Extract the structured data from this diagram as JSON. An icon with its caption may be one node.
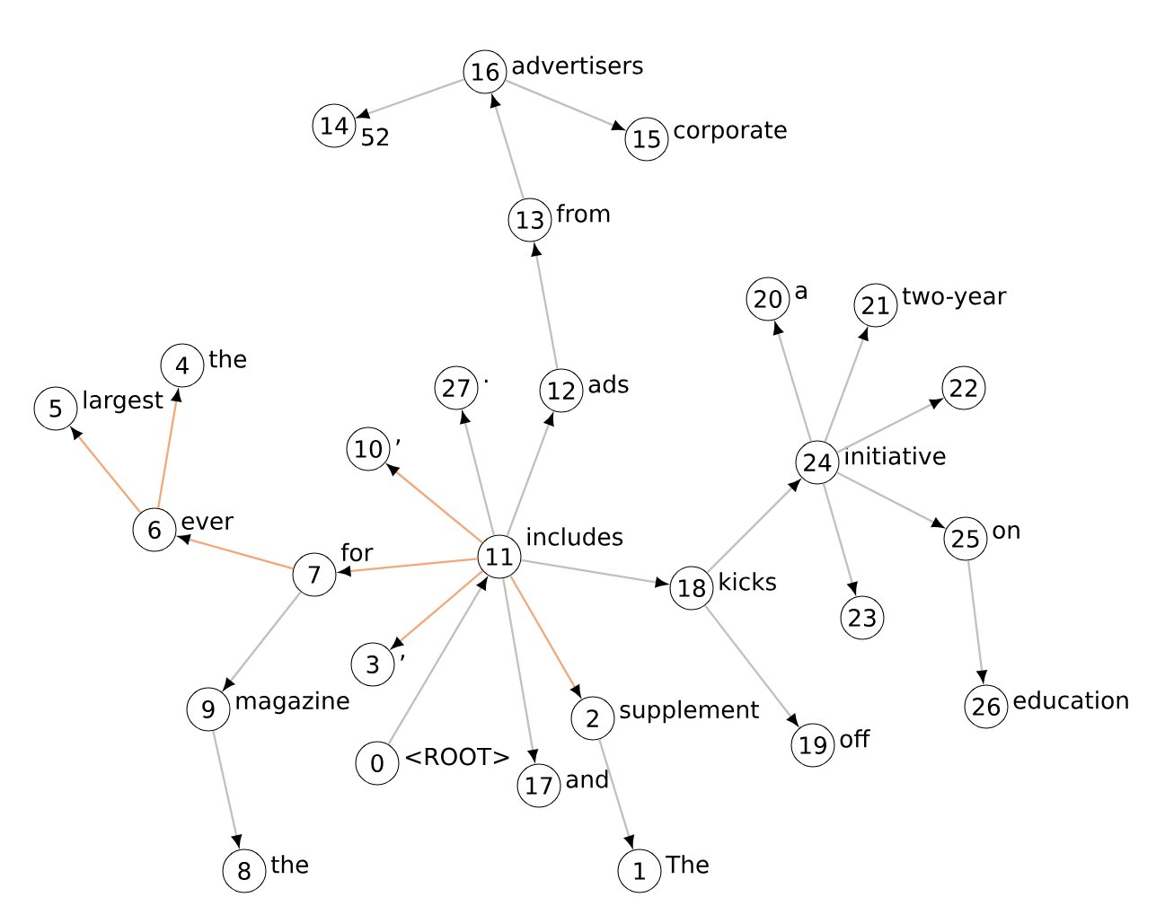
{
  "diagram": {
    "nodes": [
      {
        "text": [
          "0"
        ],
        "beside": [
          "<ROOT>"
        ]
      },
      {
        "text": [
          "1"
        ],
        "beside": [
          "The"
        ]
      },
      {
        "text": [
          "2"
        ],
        "beside": [
          "supplement"
        ]
      },
      {
        "text": [
          "3"
        ],
        "beside": [
          ","
        ]
      },
      {
        "text": [
          "4"
        ],
        "beside": [
          "the"
        ]
      },
      {
        "text": [
          "5"
        ],
        "beside": [
          "largest"
        ]
      },
      {
        "text": [
          "6"
        ],
        "beside": [
          "ever"
        ]
      },
      {
        "text": [
          "7"
        ],
        "beside": [
          "for"
        ]
      },
      {
        "text": [
          "8"
        ],
        "beside": [
          "the"
        ]
      },
      {
        "text": [
          "9"
        ],
        "beside": [
          "magazine"
        ]
      },
      {
        "text": [
          "10"
        ],
        "beside": [
          ","
        ]
      },
      {
        "text": [
          "11"
        ],
        "beside": [
          "includes"
        ]
      },
      {
        "text": [
          "12"
        ],
        "beside": [
          "ads"
        ]
      },
      {
        "text": [
          "13"
        ],
        "beside": [
          "from"
        ]
      },
      {
        "text": [
          "14"
        ],
        "beside": [
          "52"
        ]
      },
      {
        "text": [
          "15"
        ],
        "beside": [
          "corporate"
        ]
      },
      {
        "text": [
          "16"
        ],
        "beside": [
          "advertisers"
        ]
      },
      {
        "text": [
          "17"
        ],
        "beside": [
          "and"
        ]
      },
      {
        "text": [
          "18"
        ],
        "beside": [
          "kicks"
        ]
      },
      {
        "text": [
          "19"
        ],
        "beside": [
          "off"
        ]
      },
      {
        "text": [
          "20"
        ],
        "beside": [
          "a"
        ]
      },
      {
        "text": [
          "21"
        ],
        "beside": [
          "two-year"
        ]
      },
      {
        "text": [
          "22"
        ]
      },
      {
        "text": [
          "23"
        ]
      },
      {
        "text": [
          "24"
        ],
        "beside": [
          "initiative"
        ]
      },
      {
        "text": [
          "25"
        ],
        "beside": [
          "on"
        ]
      },
      {
        "text": [
          "26"
        ],
        "beside": [
          "education"
        ]
      },
      {
        "text": [
          "27"
        ],
        "beside": [
          "."
        ]
      }
    ],
    "edges": [
      {
        "from": 0,
        "to": 11,
        "arrow": "to"
      },
      {
        "from": 11,
        "to": 17,
        "arrow": "to"
      },
      {
        "from": 11,
        "to": 2,
        "arrow": "to",
        "color": "#f2a878"
      },
      {
        "from": 2,
        "to": 1,
        "arrow": "to"
      },
      {
        "from": 11,
        "to": 3,
        "arrow": "to",
        "color": "#f2a878"
      },
      {
        "from": 11,
        "to": 7,
        "arrow": "to",
        "color": "#f2a878"
      },
      {
        "from": 7,
        "to": 6,
        "arrow": "to",
        "color": "#f2a878"
      },
      {
        "from": 6,
        "to": 5,
        "arrow": "to",
        "color": "#f2a878"
      },
      {
        "from": 6,
        "to": 4,
        "arrow": "to",
        "color": "#f2a878"
      },
      {
        "from": 7,
        "to": 9,
        "arrow": "to"
      },
      {
        "from": 9,
        "to": 8,
        "arrow": "to"
      },
      {
        "from": 11,
        "to": 10,
        "arrow": "to",
        "color": "#f2a878"
      },
      {
        "from": 11,
        "to": 27,
        "arrow": "to"
      },
      {
        "from": 11,
        "to": 12,
        "arrow": "to"
      },
      {
        "from": 12,
        "to": 13,
        "arrow": "to"
      },
      {
        "from": 13,
        "to": 16,
        "arrow": "to"
      },
      {
        "from": 16,
        "to": 14,
        "arrow": "to"
      },
      {
        "from": 16,
        "to": 15,
        "arrow": "to"
      },
      {
        "from": 11,
        "to": 18,
        "arrow": "to"
      },
      {
        "from": 18,
        "to": 19,
        "arrow": "to"
      },
      {
        "from": 18,
        "to": 24,
        "arrow": "to"
      },
      {
        "from": 24,
        "to": 20,
        "arrow": "to"
      },
      {
        "from": 24,
        "to": 21,
        "arrow": "to"
      },
      {
        "from": 24,
        "to": 22,
        "arrow": "to"
      },
      {
        "from": 24,
        "to": 23,
        "arrow": "to"
      },
      {
        "from": 24,
        "to": 25,
        "arrow": "to"
      },
      {
        "from": 25,
        "to": 26,
        "arrow": "to"
      }
    ]
  }
}
